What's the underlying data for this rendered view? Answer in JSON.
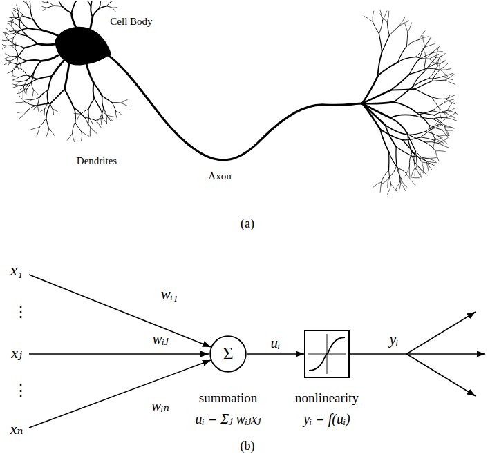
{
  "diagram": {
    "nodes": [
      {
        "text": [
          "Σ",
          "summation",
          "uᵢ = Σⱼ wᵢⱼxⱼ"
        ]
      },
      {
        "text": [
          "nonlinearity",
          "yᵢ = f(uᵢ)"
        ]
      }
    ],
    "edges": [
      {
        "from": 0,
        "to": 1,
        "label": "uᵢ",
        "arrow": "to"
      }
    ],
    "labels": [
      "Cell Body",
      "Axon",
      "Dendrites",
      "(a)",
      "x₁",
      "⋮",
      "xⱼ",
      "⋮",
      "xₙ",
      "wᵢ₁",
      "wᵢⱼ",
      "wᵢₙ",
      "yᵢ",
      "(b)"
    ]
  }
}
